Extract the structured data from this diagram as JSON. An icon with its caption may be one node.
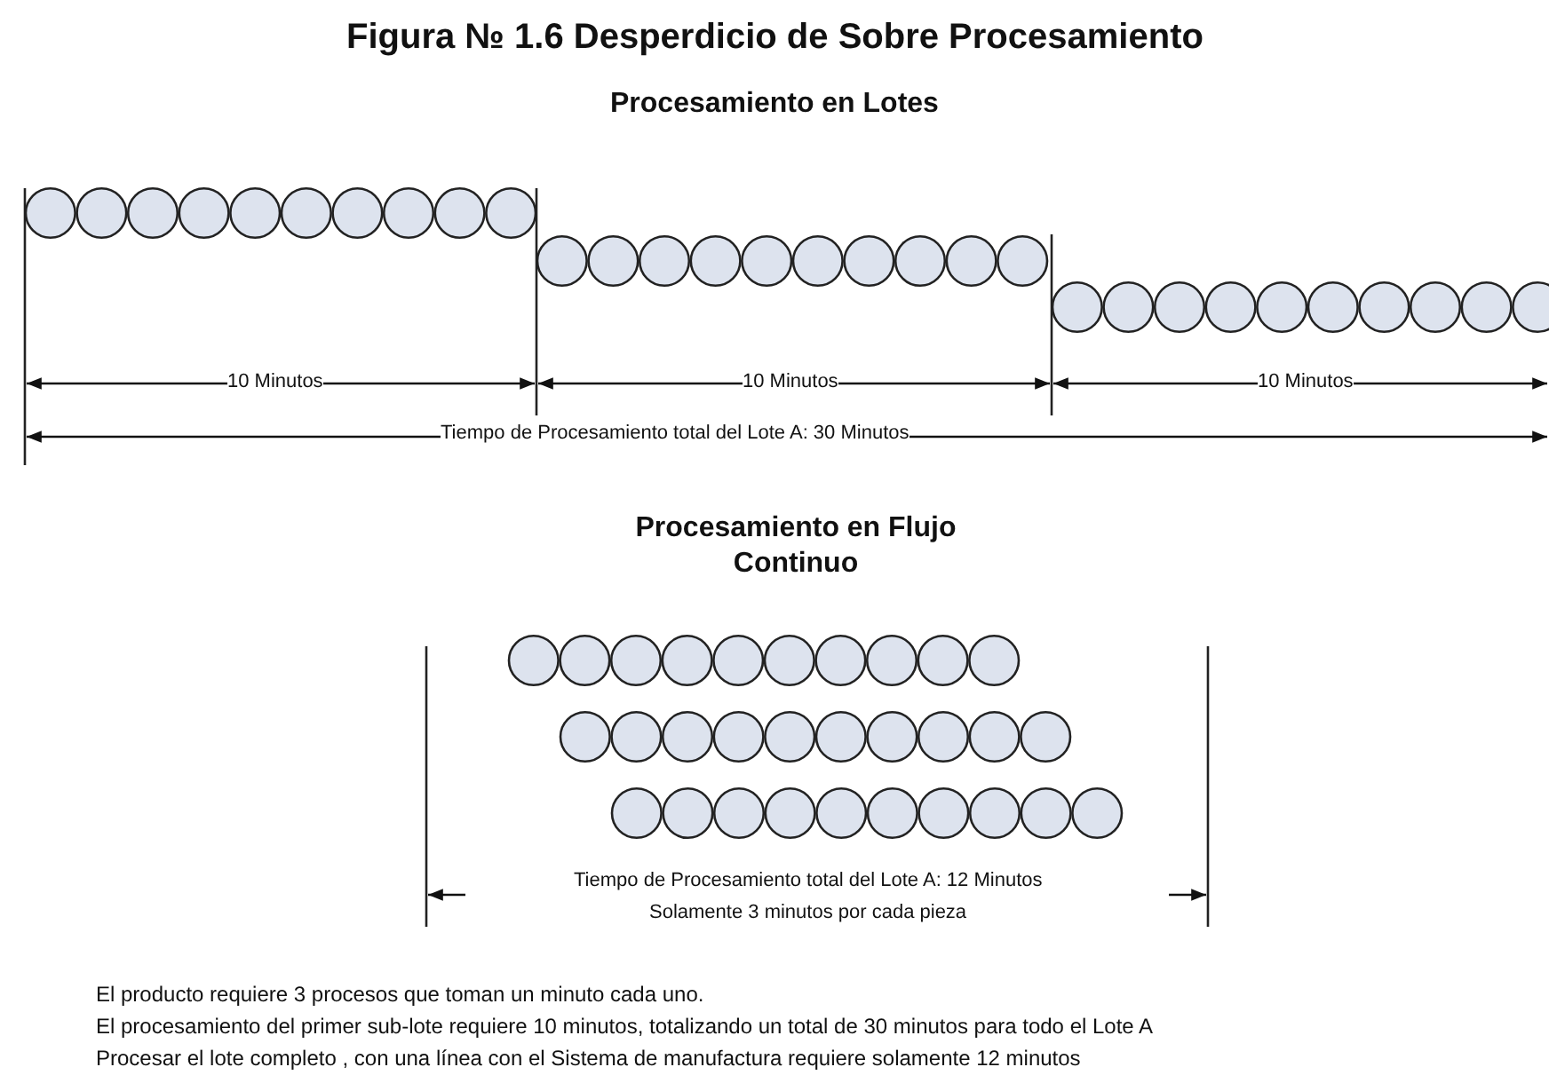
{
  "diagram": {
    "title": "Figura № 1.6 Desperdicio de Sobre Procesamiento",
    "labels": [
      "Procesamiento en Lotes",
      "10 Minutos",
      "10 Minutos",
      "10 Minutos",
      "Tiempo de Procesamiento total del Lote A: 30 Minutos",
      "Procesamiento en Flujo Continuo",
      "Tiempo de Procesamiento total del Lote A: 12 Minutos",
      "Solamente 3 minutos por cada pieza",
      "El producto requiere 3 procesos que toman un minuto cada uno.",
      "El procesamiento del primer sub-lote requiere 10 minutos, totalizando un total de 30 minutos para todo el Lote A",
      "Procesar el lote completo , con una línea con el Sistema de manufactura requiere solamente 12 minutos"
    ]
  }
}
